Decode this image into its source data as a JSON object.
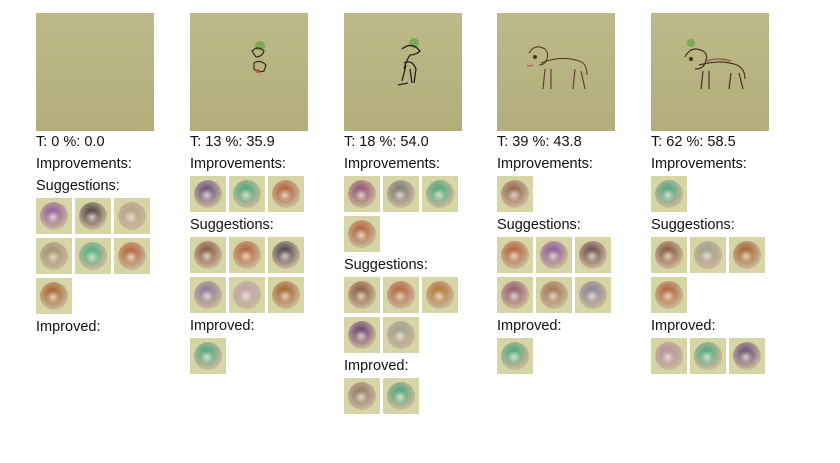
{
  "columns": [
    {
      "stat": "T: 0 %: 0.0",
      "improvements_label": "Improvements:",
      "suggestions_label": "Suggestions:",
      "improved_label": "Improved:",
      "improvements": [],
      "suggestions": [
        "#8a4a9c",
        "#3a3030",
        "#b0a089",
        "#9c8b6a",
        "#3cb07a",
        "#b0552a",
        "#a0551e"
      ],
      "improved": [],
      "main_subject": "none"
    },
    {
      "stat": "T: 13 %: 35.9",
      "improvements_label": "Improvements:",
      "suggestions_label": "Suggestions:",
      "improved_label": "Improved:",
      "improvements": [
        "#5a3e7a",
        "#3aa87a",
        "#b0552a"
      ],
      "suggestions": [
        "#7c4a30",
        "#b0552a",
        "#3a3040",
        "#7e6e9a",
        "#c0a0b0",
        "#a0551e"
      ],
      "improved": [
        "#3aa87a"
      ],
      "main_subject": "small"
    },
    {
      "stat": "T: 18 %: 54.0",
      "improvements_label": "Improvements:",
      "suggestions_label": "Suggestions:",
      "improved_label": "Improved:",
      "improvements": [
        "#8a3e6a",
        "#6e6e6e",
        "#3aa87a",
        "#b0552a"
      ],
      "suggestions": [
        "#7c4a30",
        "#b0552a",
        "#b06a20",
        "#5a2e6a",
        "#9a9a8a"
      ],
      "improved": [
        "#8a7060",
        "#3aa87a"
      ],
      "main_subject": "medium"
    },
    {
      "stat": "T: 39 %: 43.8",
      "improvements_label": "Improvements:",
      "suggestions_label": "Suggestions:",
      "improved_label": "Improved:",
      "improvements": [
        "#8a5a40"
      ],
      "suggestions": [
        "#b0552a",
        "#7e4a9a",
        "#5a3a40",
        "#8a4a6a",
        "#9a6a4a",
        "#7e7a9a"
      ],
      "improved": [
        "#3aa87a"
      ],
      "main_subject": "sketch"
    },
    {
      "stat": "T: 62 %: 58.5",
      "improvements_label": "Improvements:",
      "suggestions_label": "Suggestions:",
      "improved_label": "Improved:",
      "improvements": [
        "#3aa87a"
      ],
      "suggestions": [
        "#7c4a30",
        "#9a9a8a",
        "#a0551e",
        "#b0552a"
      ],
      "improved": [
        "#b08a9a",
        "#3aa87a",
        "#5a3e7a"
      ],
      "main_subject": "full"
    }
  ]
}
